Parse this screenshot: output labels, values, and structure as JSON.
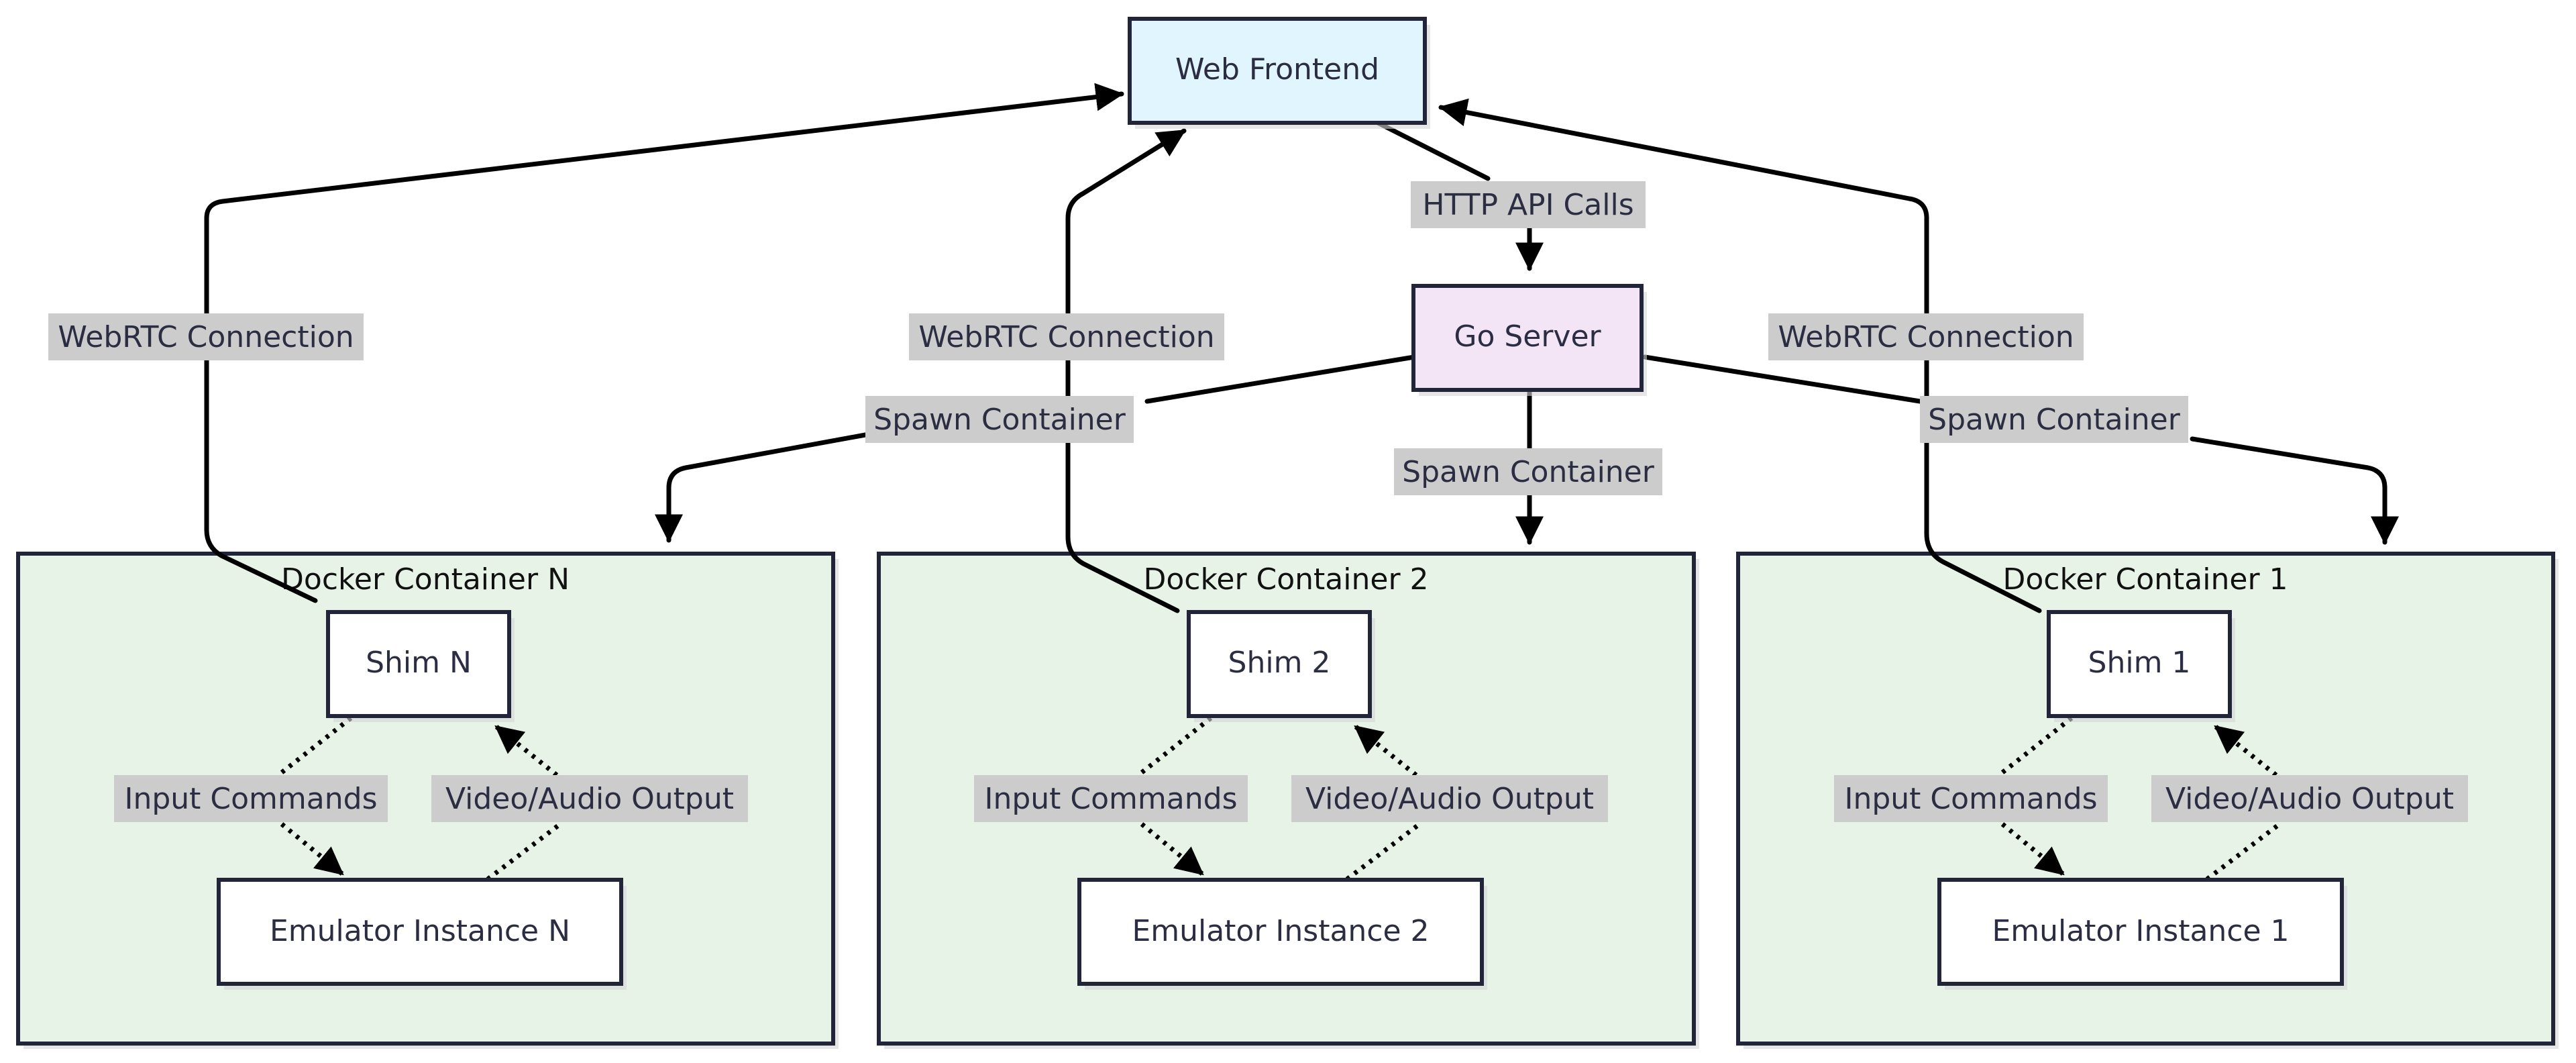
{
  "colors": {
    "frontend_fill": "#e1f5fe",
    "server_fill": "#f3e5f5",
    "container_fill": "#e8f3e8",
    "node_fill": "#ffffff",
    "border": "#22243a",
    "label_background": "#cccccc"
  },
  "nodes": {
    "web_frontend": "Web Frontend",
    "go_server": "Go Server"
  },
  "containers": [
    {
      "title": "Docker Container N",
      "shim": "Shim N",
      "emulator": "Emulator Instance N",
      "input_label": "Input Commands",
      "output_label": "Video/Audio Output"
    },
    {
      "title": "Docker Container 2",
      "shim": "Shim 2",
      "emulator": "Emulator Instance 2",
      "input_label": "Input Commands",
      "output_label": "Video/Audio Output"
    },
    {
      "title": "Docker Container 1",
      "shim": "Shim 1",
      "emulator": "Emulator Instance 1",
      "input_label": "Input Commands",
      "output_label": "Video/Audio Output"
    }
  ],
  "edges": {
    "http_api": "HTTP API Calls",
    "webrtc": [
      "WebRTC Connection",
      "WebRTC Connection",
      "WebRTC Connection"
    ],
    "spawn": [
      "Spawn Container",
      "Spawn Container",
      "Spawn Container"
    ]
  }
}
